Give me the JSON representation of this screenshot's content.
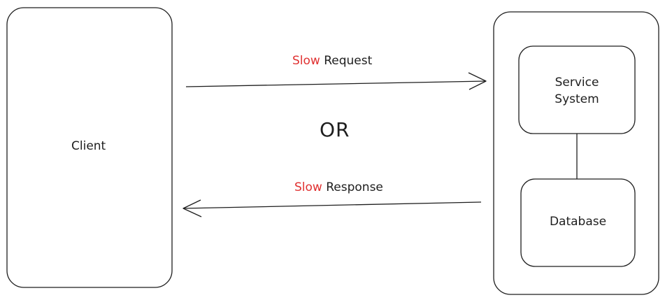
{
  "client": {
    "label": "Client"
  },
  "service": {
    "line1": "Service",
    "line2": "System"
  },
  "database": {
    "label": "Database"
  },
  "separator": {
    "label": "OR"
  },
  "request": {
    "highlight": "Slow",
    "text": "Request"
  },
  "response": {
    "highlight": "Slow",
    "text": "Response"
  },
  "colors": {
    "stroke": "#1e1e1e",
    "highlight": "#e03131",
    "background": "#ffffff"
  }
}
